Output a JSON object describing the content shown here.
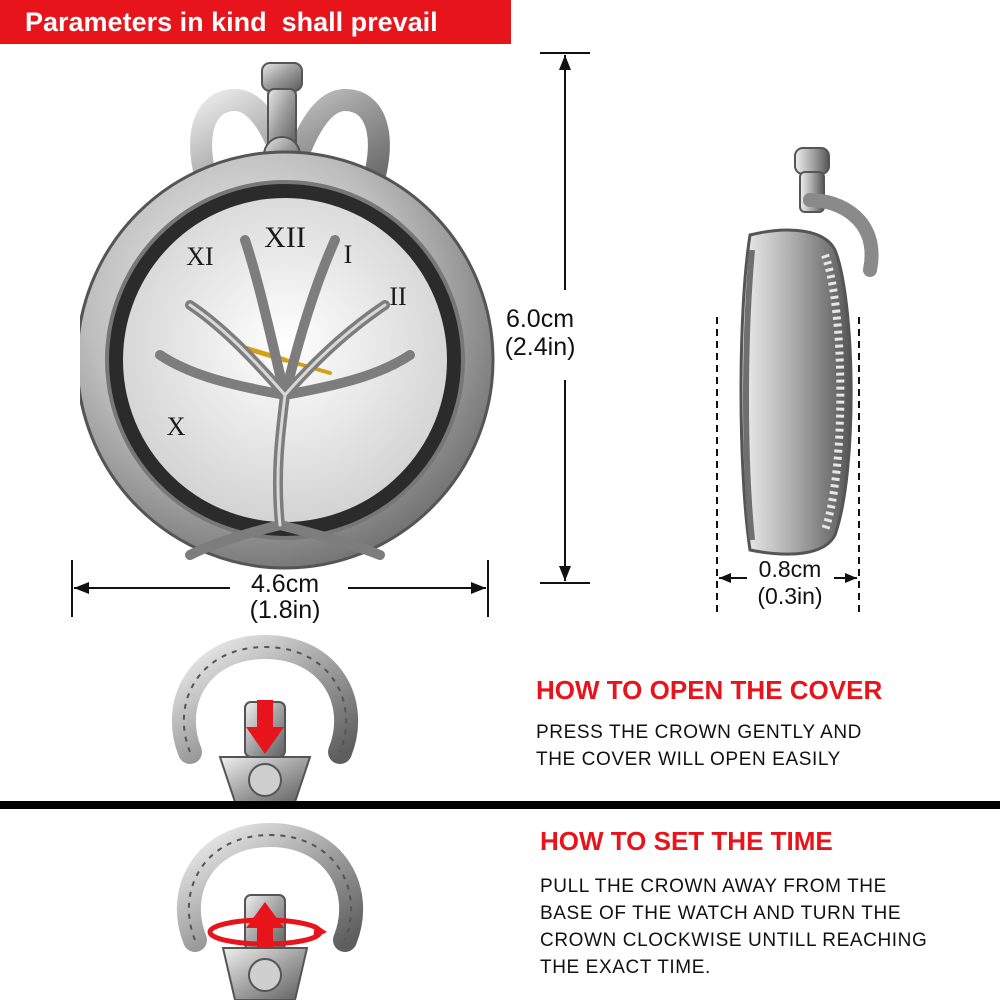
{
  "banner": {
    "text": "Parameters in kind  shall prevail",
    "color": "#e8141b"
  },
  "dimensions": {
    "height": {
      "metric": "6.0cm",
      "imperial": "(2.4in)"
    },
    "width": {
      "metric": "4.6cm",
      "imperial": "(1.8in)"
    },
    "thickness": {
      "metric": "0.8cm",
      "imperial": "(0.3in)"
    }
  },
  "open_cover": {
    "title": "HOW TO OPEN THE COVER",
    "lines": [
      "PRESS THE CROWN GENTLY AND",
      "THE COVER WILL OPEN EASILY"
    ]
  },
  "set_time": {
    "title": "HOW TO SET THE TIME",
    "lines": [
      "PULL THE CROWN AWAY FROM THE",
      "BASE OF THE WATCH AND TURN THE",
      "CROWN CLOCKWISE UNTILL REACHING",
      "THE EXACT TIME."
    ]
  },
  "dial": {
    "numerals": [
      "XII",
      "I",
      "II",
      "X",
      "XI"
    ]
  }
}
